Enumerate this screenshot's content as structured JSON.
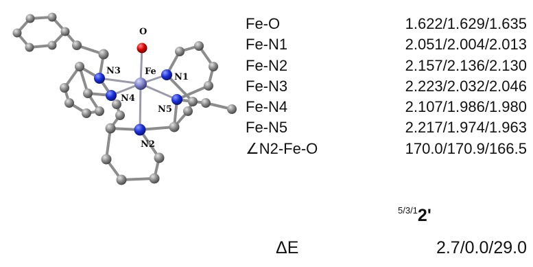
{
  "molecule": {
    "atom_labels": {
      "O": "O",
      "Fe": "Fe",
      "N1": "N1",
      "N2": "N2",
      "N3": "N3",
      "N4": "N4",
      "N5": "N5"
    },
    "colors": {
      "carbon": "#8a8a8a",
      "nitrogen": "#1a2fd8",
      "oxygen": "#d80000",
      "iron": "#8080c8",
      "bond": "#8c8c8c"
    }
  },
  "table": {
    "rows": [
      {
        "label": "Fe-O",
        "value": "1.622/1.629/1.635"
      },
      {
        "label": "Fe-N1",
        "value": "2.051/2.004/2.013"
      },
      {
        "label": "Fe-N2",
        "value": "2.157/2.136/2.130"
      },
      {
        "label": "Fe-N3",
        "value": "2.223/2.032/2.046"
      },
      {
        "label": "Fe-N4",
        "value": "2.107/1.986/1.980"
      },
      {
        "label": "Fe-N5",
        "value": "2.217/1.974/1.963"
      },
      {
        "label": "∠N2-Fe-O",
        "value": "170.0/170.9/166.5"
      }
    ]
  },
  "state": {
    "superscript": "5/3/1",
    "label": "2'"
  },
  "energy": {
    "label": "ΔE",
    "value": "2.7/0.0/29.0"
  }
}
